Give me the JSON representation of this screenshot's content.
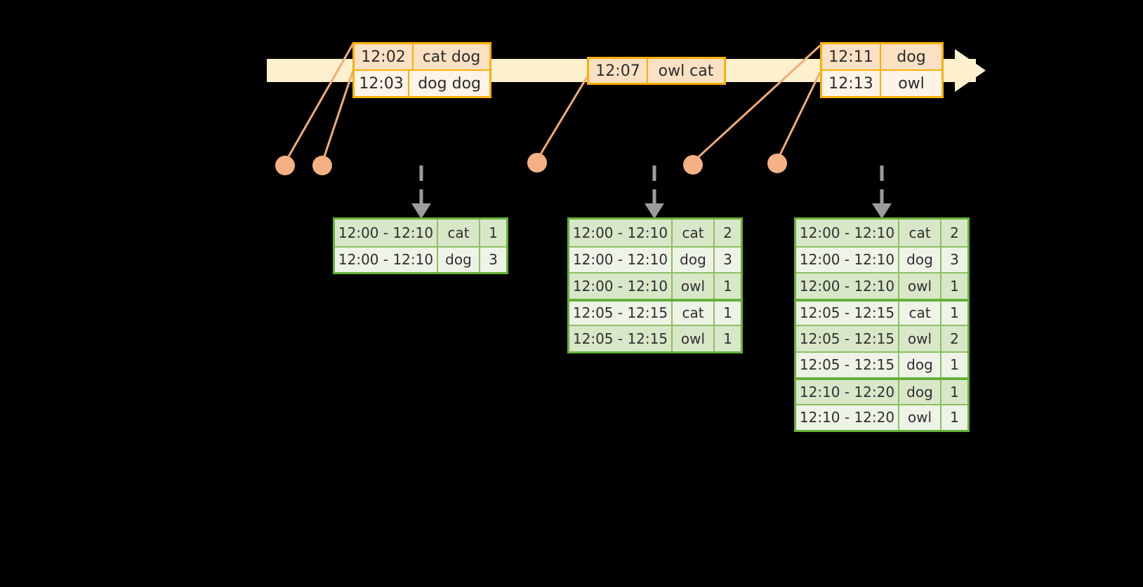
{
  "diagram": {
    "title": "sliding-window-word-count-timeline",
    "colors": {
      "background": "#000000",
      "timeline_bar": "#fdf0cf",
      "event_border": "#f9b000",
      "event_fill_dark": "#fbe1c4",
      "event_fill_light": "#fdf3e7",
      "connector": "#f3ab76",
      "dot": "#f5b183",
      "table_border": "#66b03a",
      "table_grid": "#8cc063",
      "row_dark": "#d9e7c9",
      "row_light": "#edf3e6",
      "arrow": "#9c9c9c"
    }
  },
  "timeline": {
    "name": "event-stream-timeline",
    "arrow_direction": "right"
  },
  "events": [
    {
      "name": "event-group-1",
      "rows": [
        {
          "time": "12:02",
          "payload": "cat dog"
        },
        {
          "time": "12:03",
          "payload": "dog dog"
        }
      ]
    },
    {
      "name": "event-group-2",
      "rows": [
        {
          "time": "12:07",
          "payload": "owl cat"
        }
      ]
    },
    {
      "name": "event-group-3",
      "rows": [
        {
          "time": "12:11",
          "payload": "dog"
        },
        {
          "time": "12:13",
          "payload": "owl"
        }
      ]
    }
  ],
  "dots": [
    {
      "name": "event-dot-1"
    },
    {
      "name": "event-dot-2"
    },
    {
      "name": "event-dot-3"
    },
    {
      "name": "event-dot-4"
    },
    {
      "name": "event-dot-5"
    }
  ],
  "tables": [
    {
      "name": "window-result-table-1",
      "rows": [
        {
          "window": "12:00 - 12:10",
          "key": "cat",
          "count": "1",
          "group_start": false
        },
        {
          "window": "12:00 - 12:10",
          "key": "dog",
          "count": "3",
          "group_start": false
        }
      ]
    },
    {
      "name": "window-result-table-2",
      "rows": [
        {
          "window": "12:00 - 12:10",
          "key": "cat",
          "count": "2",
          "group_start": false
        },
        {
          "window": "12:00 - 12:10",
          "key": "dog",
          "count": "3",
          "group_start": false
        },
        {
          "window": "12:00 - 12:10",
          "key": "owl",
          "count": "1",
          "group_start": false
        },
        {
          "window": "12:05 - 12:15",
          "key": "cat",
          "count": "1",
          "group_start": true
        },
        {
          "window": "12:05 - 12:15",
          "key": "owl",
          "count": "1",
          "group_start": false
        }
      ]
    },
    {
      "name": "window-result-table-3",
      "rows": [
        {
          "window": "12:00 - 12:10",
          "key": "cat",
          "count": "2",
          "group_start": false
        },
        {
          "window": "12:00 - 12:10",
          "key": "dog",
          "count": "3",
          "group_start": false
        },
        {
          "window": "12:00 - 12:10",
          "key": "owl",
          "count": "1",
          "group_start": false
        },
        {
          "window": "12:05 - 12:15",
          "key": "cat",
          "count": "1",
          "group_start": true
        },
        {
          "window": "12:05 - 12:15",
          "key": "owl",
          "count": "2",
          "group_start": false
        },
        {
          "window": "12:05 - 12:15",
          "key": "dog",
          "count": "1",
          "group_start": false
        },
        {
          "window": "12:10 - 12:20",
          "key": "dog",
          "count": "1",
          "group_start": true
        },
        {
          "window": "12:10 - 12:20",
          "key": "owl",
          "count": "1",
          "group_start": false
        }
      ]
    }
  ]
}
